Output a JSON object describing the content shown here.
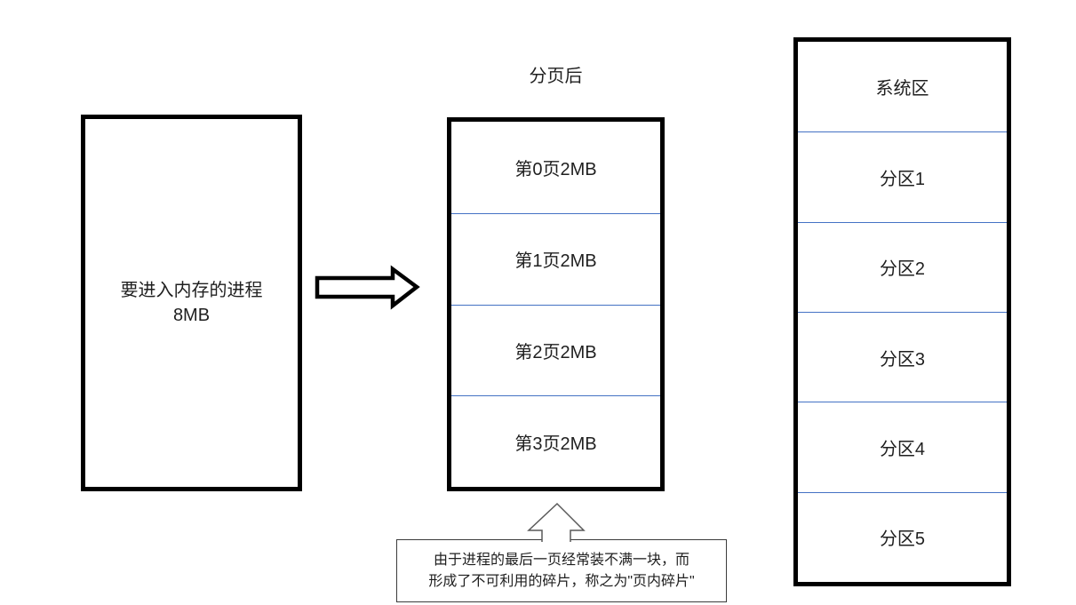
{
  "colors": {
    "background": "#ffffff",
    "border": "#000000",
    "divider": "#4472c4",
    "arrow-stroke": "#000000",
    "up-arrow-stroke": "#595959",
    "note-border": "#3b3b3b",
    "text": "#1f1f1f"
  },
  "process_box": {
    "line1": "要进入内存的进程",
    "line2": "8MB"
  },
  "paged_box": {
    "title": "分页后",
    "pages": [
      "第0页2MB",
      "第1页2MB",
      "第2页2MB",
      "第3页2MB"
    ]
  },
  "memory_box": {
    "cells": [
      "系统区",
      "分区1",
      "分区2",
      "分区3",
      "分区4",
      "分区5"
    ]
  },
  "note": {
    "line1": "由于进程的最后一页经常装不满一块，而",
    "line2": "形成了不可利用的碎片，称之为\"页内碎片\""
  },
  "icons": {
    "right_arrow": "⇨",
    "up_arrow": "⇧"
  }
}
